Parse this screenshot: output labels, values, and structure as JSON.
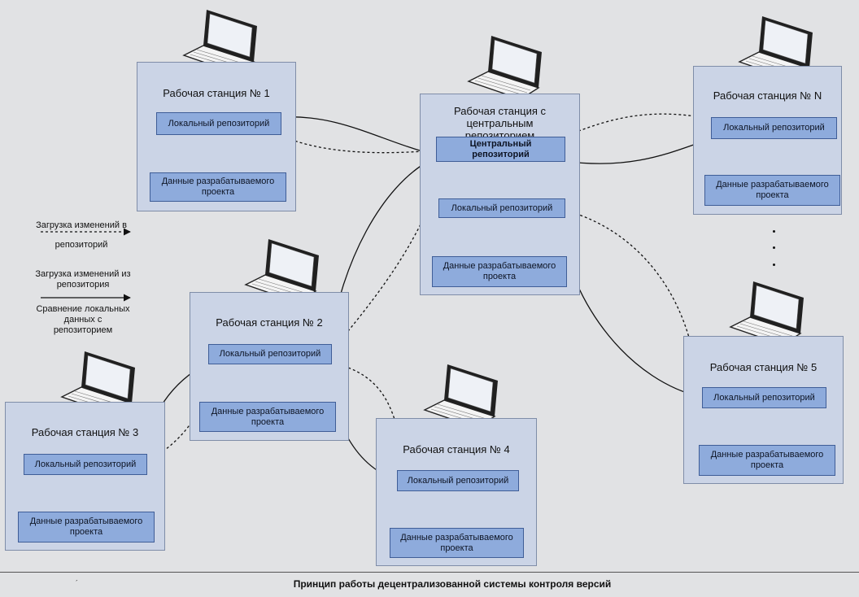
{
  "central": {
    "title": "Рабочая станция с центральным репозиторием",
    "central_repo": "Центральный репозиторий",
    "local_repo": "Локальный репозиторий",
    "project_data": "Данные разрабатываемого проекта"
  },
  "stations": [
    {
      "title": "Рабочая станция № 1",
      "local_repo": "Локальный репозиторий",
      "project_data": "Данные разрабатываемого проекта"
    },
    {
      "title": "Рабочая станция № 2",
      "local_repo": "Локальный репозиторий",
      "project_data": "Данные разрабатываемого проекта"
    },
    {
      "title": "Рабочая станция № 3",
      "local_repo": "Локальный репозиторий",
      "project_data": "Данные разрабатываемого проекта"
    },
    {
      "title": "Рабочая станция № 4",
      "local_repo": "Локальный репозиторий",
      "project_data": "Данные разрабатываемого проекта"
    },
    {
      "title": "Рабочая станция № 5",
      "local_repo": "Локальный репозиторий",
      "project_data": "Данные разрабатываемого проекта"
    },
    {
      "title": "Рабочая станция № N",
      "local_repo": "Локальный репозиторий",
      "project_data": "Данные разрабатываемого проекта"
    }
  ],
  "legend": {
    "push": "Загрузка изменений в репозиторий",
    "pull": "Загрузка изменений из репозитория",
    "compare": "Сравнение локальных данных с репозиторием"
  },
  "icons": [
    "laptop-icon"
  ],
  "caption": "Принцип работы децентрализованной системы контроля версий",
  "footer_mark": "´"
}
